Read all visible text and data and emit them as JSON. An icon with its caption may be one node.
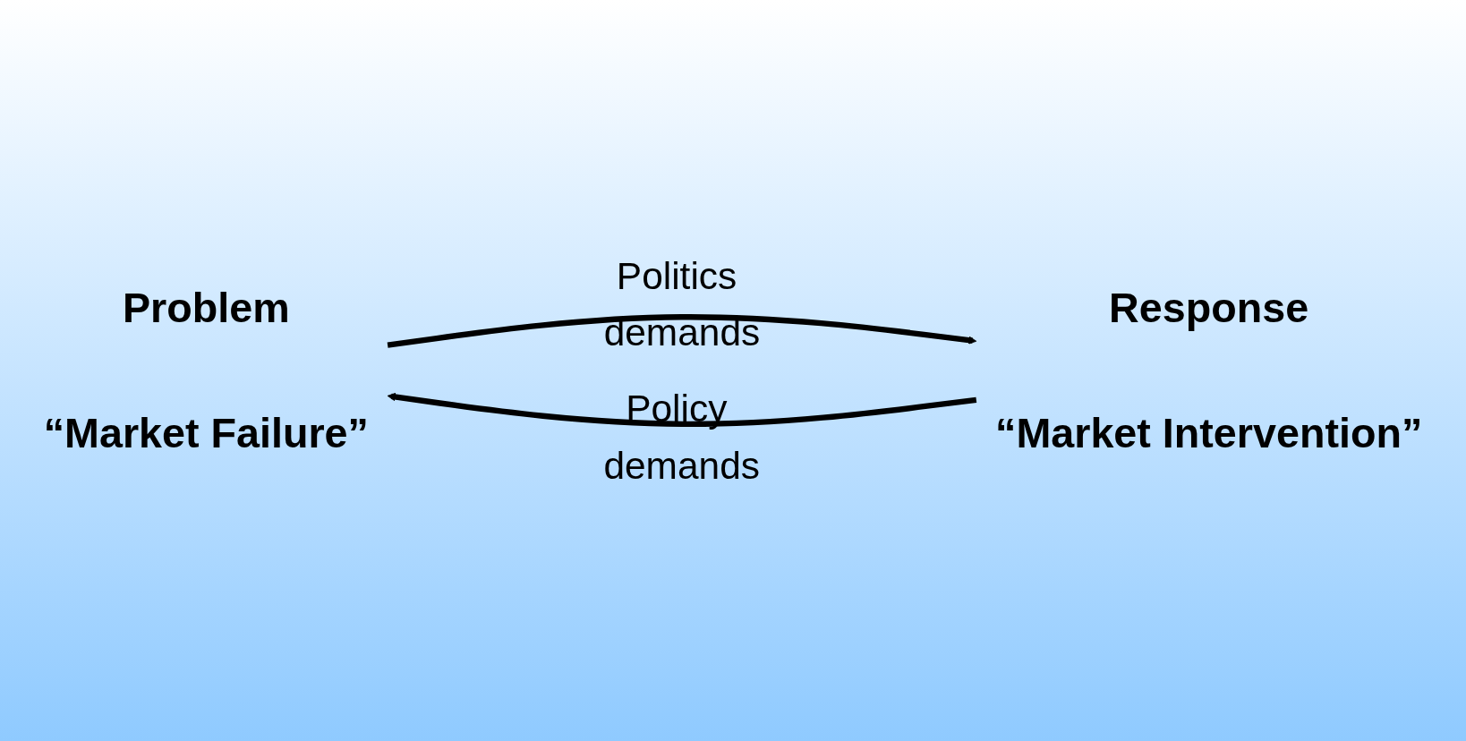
{
  "diagram": {
    "nodes": [
      {
        "text": [
          "Problem",
          "“Market Failure”"
        ]
      },
      {
        "text": [
          "Response",
          "“Market Intervention”"
        ]
      }
    ],
    "edges": [
      {
        "from": 0,
        "to": 1,
        "arrow": "to",
        "label": "Politics demands"
      },
      {
        "from": 1,
        "to": 0,
        "arrow": "to",
        "label": "Policy demands"
      }
    ]
  }
}
